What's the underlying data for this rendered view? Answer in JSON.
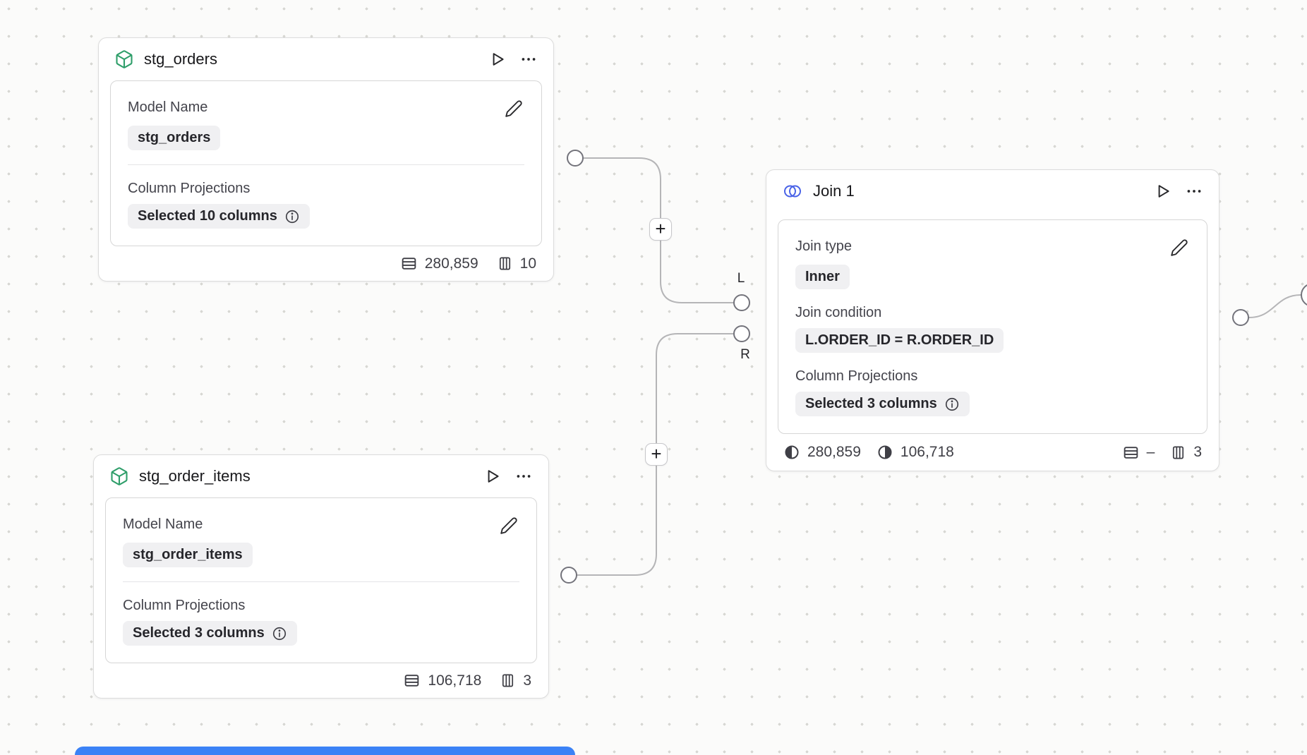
{
  "colors": {
    "model_icon_color": "#2f9e6a",
    "join_icon_color": "#4a63e7",
    "selection_color": "#3b82f6",
    "edge_color": "#b5b5b7"
  },
  "port_labels": {
    "left": "L",
    "right": "R"
  },
  "plus_label": "+",
  "nodes": {
    "stg_orders": {
      "title": "stg_orders",
      "model_name_label": "Model Name",
      "model_name_value": "stg_orders",
      "projections_label": "Column Projections",
      "projections_value": "Selected 10 columns",
      "row_count": "280,859",
      "column_count": "10"
    },
    "stg_order_items": {
      "title": "stg_order_items",
      "model_name_label": "Model Name",
      "model_name_value": "stg_order_items",
      "projections_label": "Column Projections",
      "projections_value": "Selected 3 columns",
      "row_count": "106,718",
      "column_count": "3"
    },
    "join1": {
      "title": "Join 1",
      "join_type_label": "Join type",
      "join_type_value": "Inner",
      "join_condition_label": "Join condition",
      "join_condition_value": "L.ORDER_ID = R.ORDER_ID",
      "projections_label": "Column Projections",
      "projections_value": "Selected 3 columns",
      "left_row_count": "280,859",
      "right_row_count": "106,718",
      "row_count": "–",
      "column_count": "3"
    }
  }
}
